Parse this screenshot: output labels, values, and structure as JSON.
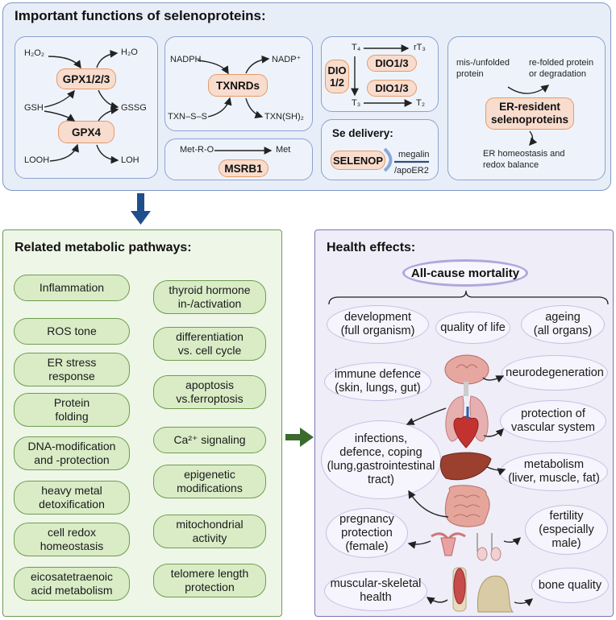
{
  "top": {
    "title": "Important functions of selenoproteins:",
    "gpx": {
      "h2o2": "H₂O₂",
      "h2o": "H₂O",
      "gsh": "GSH",
      "gssg": "GSSG",
      "looh": "LOOH",
      "loh": "LOH",
      "gpx123": "GPX1/2/3",
      "gpx4": "GPX4"
    },
    "txnrd": {
      "nadph": "NADPH",
      "nadp": "NADP⁺",
      "txnss": "TXN–S–S",
      "txnsh": "TXN(SH)₂",
      "enzyme": "TXNRDs"
    },
    "msrb": {
      "metro": "Met-R-O",
      "met": "Met",
      "enzyme": "MSRB1"
    },
    "dio": {
      "t4": "T₄",
      "rt3": "rT₃",
      "t3": "T₃",
      "t2": "T₂",
      "dio12_a": "DIO",
      "dio12_b": "1/2",
      "dio13_top": "DIO1/3",
      "dio13_bottom": "DIO1/3"
    },
    "se": {
      "title": "Se delivery:",
      "selenop": "SELENOP",
      "megalin": "megalin",
      "apoer2": "/apoER2"
    },
    "er": {
      "misfolded_a": "mis-/unfolded",
      "misfolded_b": "protein",
      "refolded_a": "re-folded protein",
      "refolded_b": "or degradation",
      "enzyme_a": "ER-resident",
      "enzyme_b": "selenoproteins",
      "homeo_a": "ER homeostasis and",
      "homeo_b": "redox balance"
    }
  },
  "pathways": {
    "title": "Related metabolic pathways:",
    "left": [
      [
        "Inflammation"
      ],
      [
        "ROS tone"
      ],
      [
        "ER stress",
        "response"
      ],
      [
        "Protein",
        "folding"
      ],
      [
        "DNA-modification",
        "and -protection"
      ],
      [
        "heavy metal",
        "detoxification"
      ],
      [
        "cell redox",
        "homeostasis"
      ],
      [
        "eicosatetraenoic",
        "acid metabolism"
      ]
    ],
    "right": [
      [
        "thyroid hormone",
        "in-/activation"
      ],
      [
        "differentiation",
        "vs. cell cycle"
      ],
      [
        "apoptosis",
        "vs.ferroptosis"
      ],
      [
        "Ca²⁺ signaling"
      ],
      [
        "epigenetic",
        "modifications"
      ],
      [
        "mitochondrial",
        "activity"
      ],
      [
        "telomere length",
        "protection"
      ]
    ]
  },
  "health": {
    "title": "Health effects:",
    "mortality": "All-cause mortality",
    "development": [
      "development",
      "(full organism)"
    ],
    "quality": [
      "quality of life"
    ],
    "ageing": [
      "ageing",
      "(all organs)"
    ],
    "immune": [
      "immune defence",
      "(skin, lungs, gut)"
    ],
    "neuro": [
      "neurodegeneration"
    ],
    "vascular": [
      "protection of",
      "vascular system"
    ],
    "infections": [
      "infections,",
      "defence, coping",
      "(lung,gastrointestinal",
      "tract)"
    ],
    "metabolism": [
      "metabolism",
      "(liver, muscle, fat)"
    ],
    "pregnancy": [
      "pregnancy",
      "protection",
      "(female)"
    ],
    "fertility": [
      "fertility",
      "(especially",
      "male)"
    ],
    "muscular": [
      "muscular-skeletal",
      "health"
    ],
    "bone": [
      "bone quality"
    ]
  },
  "colors": {
    "top_panel": "#e8eef8",
    "enzyme_fill": "#f8dccd",
    "pathway_fill": "#d9ecc6",
    "health_panel": "#efedf8",
    "arrow_down": "#1f4e8c",
    "arrow_right": "#3b6b2c"
  }
}
